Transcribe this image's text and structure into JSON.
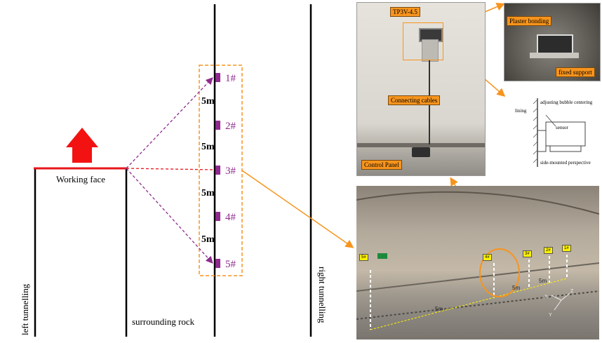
{
  "diagram": {
    "left_tunnel_label": "left tunnelling",
    "right_tunnel_label": "right tunnelling",
    "rock_label": "surrounding rock",
    "working_face_label": "Working face",
    "sensors": [
      "1#",
      "2#",
      "3#",
      "4#",
      "5#"
    ],
    "spacings": [
      "5m",
      "5m",
      "5m",
      "5m"
    ]
  },
  "photo_top": {
    "model_label": "TP3V-4.5",
    "cables_label": "Connecting cables",
    "panel_label": "Control Panel"
  },
  "photo_detail": {
    "bonding_label": "Plaster bonding",
    "support_label": "fixed support"
  },
  "schematic": {
    "lining_label": "lining",
    "bubble_label": "adjusting bubble centering",
    "sensor_label": "sensor",
    "perspective_label": "side-mounted perspective"
  },
  "tunnel_photo": {
    "tags": [
      "5#",
      "4#",
      "3#",
      "2#",
      "1#"
    ],
    "distance_labels": [
      "5m",
      "5m",
      "5m"
    ],
    "axes": [
      "X",
      "Y",
      "Z"
    ]
  },
  "colors": {
    "sensor": "#8e2a8e",
    "working_face": "#e8161b",
    "arrow": "#f31212",
    "guide": "#f7941d",
    "tag": "#fff200"
  }
}
